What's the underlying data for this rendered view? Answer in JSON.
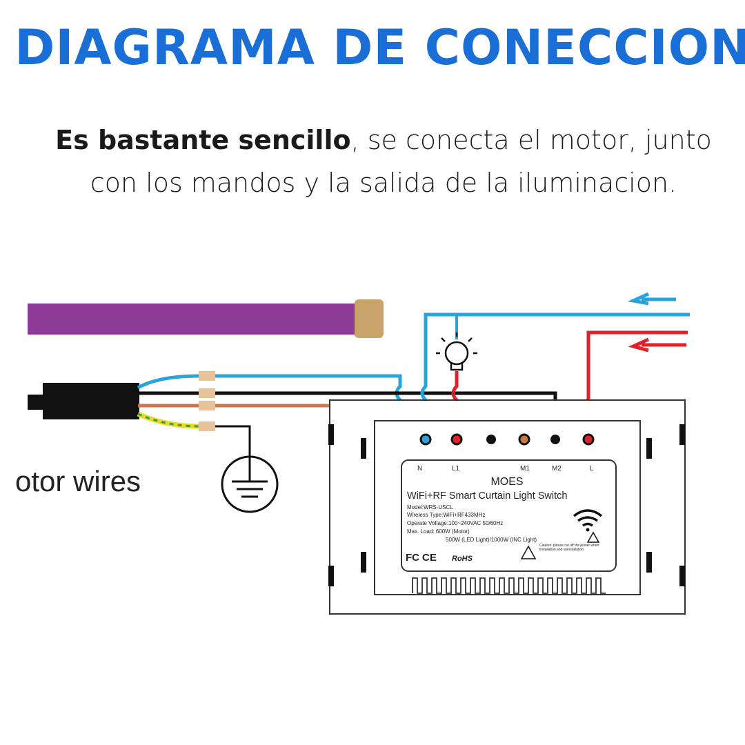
{
  "title": "DIAGRAMA DE CONECCION",
  "subtitle": {
    "bold": "Es bastante sencillo",
    "rest_line1": ", se conecta el motor, junto",
    "line2": "con los mandos y la salida de la iluminacion."
  },
  "diagram": {
    "motor_label": "otor wires",
    "terminals": [
      "N",
      "L1",
      "M1",
      "M2",
      "L"
    ],
    "device": {
      "brand": "MOES",
      "product": "WiFi+RF Smart Curtain Light Switch",
      "model": "Model:WRS-USCL",
      "wireless": "Wireless Type:WiFi+RF433MHz",
      "voltage": "Operate Voltage:100~240VAC 50/60Hz",
      "load1": "Max. Load: 600W (Motor)",
      "load2": "500W (LED Light)/1000W (INC Light)",
      "caution": "Caution: please cut off the power when installation and uninstallation",
      "certs": [
        "FC",
        "CE",
        "RoHS"
      ]
    },
    "colors": {
      "blue": "#2aa3dd",
      "red": "#e0202a",
      "brown": "#c8784a",
      "purple": "#8e3a96",
      "title": "#1a6fd6"
    }
  }
}
